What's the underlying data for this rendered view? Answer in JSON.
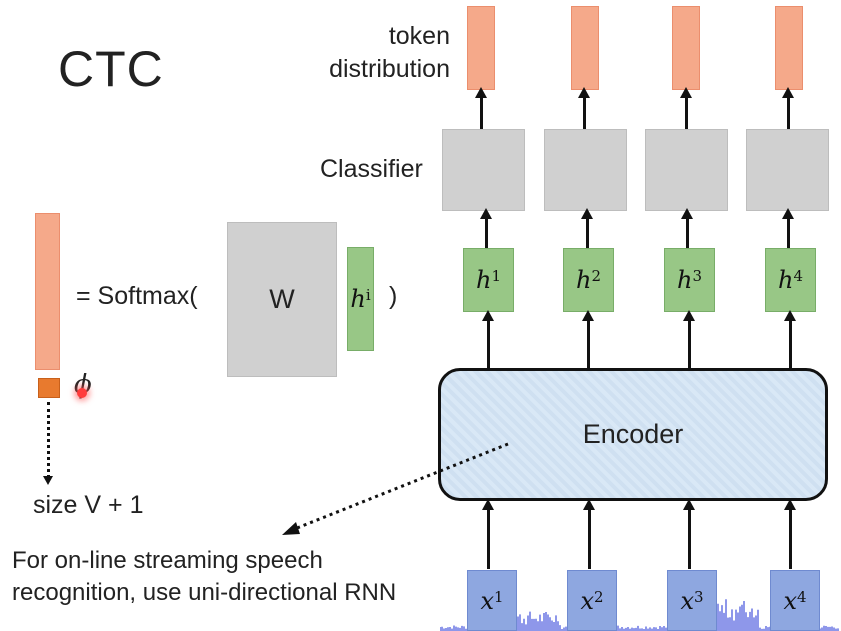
{
  "title": "CTC",
  "token_distribution_label": "token\ndistribution",
  "classifier_label": "Classifier",
  "softmax_label": "= Softmax(",
  "close_paren": ")",
  "weight_label": "W",
  "h_i_base": "h",
  "h_i_sup": "i",
  "phi_symbol": "ϕ",
  "size_label": "size V + 1",
  "encoder_label": "Encoder",
  "note": "For on-line streaming speech recognition, use uni-directional RNN",
  "hidden_states": [
    {
      "base": "h",
      "sup": "1"
    },
    {
      "base": "h",
      "sup": "2"
    },
    {
      "base": "h",
      "sup": "3"
    },
    {
      "base": "h",
      "sup": "4"
    }
  ],
  "inputs": [
    {
      "base": "x",
      "sup": "1"
    },
    {
      "base": "x",
      "sup": "2"
    },
    {
      "base": "x",
      "sup": "3"
    },
    {
      "base": "x",
      "sup": "4"
    }
  ],
  "colors": {
    "orange": "#f5a98a",
    "blank_orange": "#e87a2e",
    "gray": "#d0d0d0",
    "green": "#98c786",
    "blue": "#8ea7e0",
    "encoder_fill": "#d3e3f3",
    "waveform": "#1d2fd6"
  }
}
